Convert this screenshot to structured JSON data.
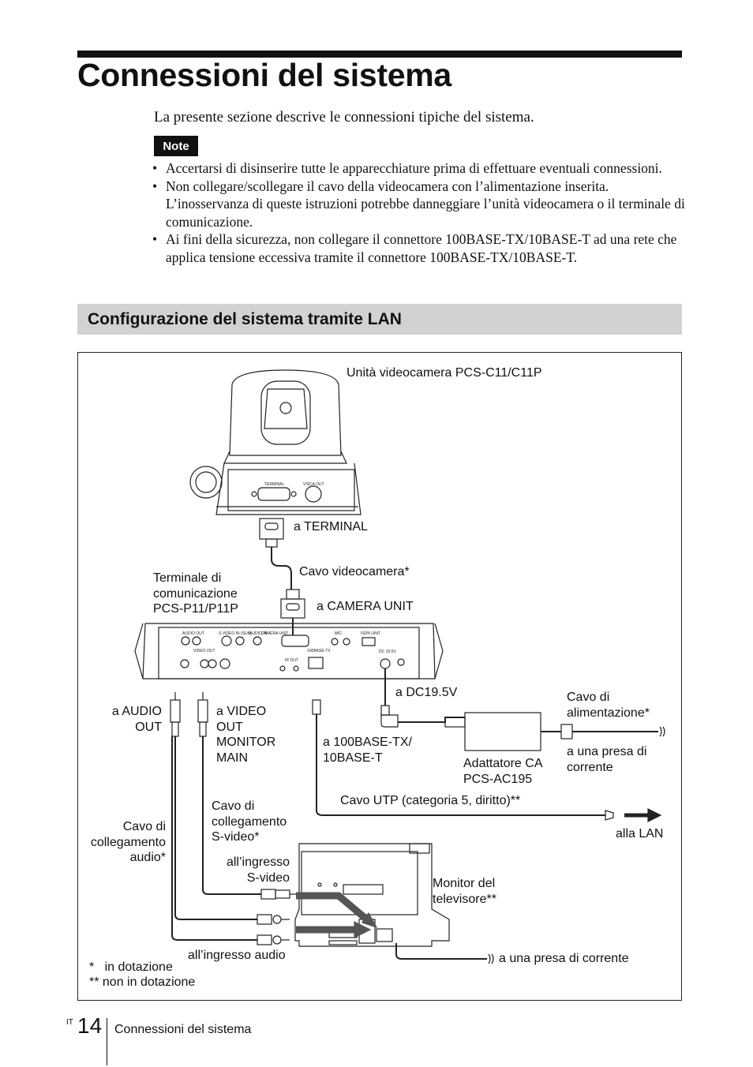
{
  "page": {
    "title": "Connessioni del sistema",
    "intro": "La presente sezione descrive le connessioni tipiche del sistema.",
    "note_label": "Note",
    "notes": [
      "Accertarsi di disinserire tutte le apparecchiature prima di effettuare eventuali connessioni.",
      "Non collegare/scollegare il cavo della videocamera con l’alimentazione inserita. L’inosservanza di queste istruzioni potrebbe danneggiare l’unità videocamera o il terminale di comunicazione.",
      "Ai fini della sicurezza, non collegare il connettore 100BASE-TX/10BASE-T ad una rete che applica tensione eccessiva tramite il connettore 100BASE-TX/10BASE-T."
    ],
    "section_title": "Configurazione del sistema tramite LAN"
  },
  "diagram": {
    "camera_unit": "Unità videocamera PCS-C11/C11P",
    "to_terminal": "a TERMINAL",
    "camera_cable": "Cavo videocamera*",
    "terminal": "Terminale di\ncomunicazione\nPCS-P11/P11P",
    "to_camera_unit": "a CAMERA UNIT",
    "to_dc": "a DC19.5V",
    "power_cable": "Cavo di\nalimentazione*",
    "to_audio_out": "a AUDIO\nOUT",
    "to_video_out": "a VIDEO\nOUT\nMONITOR\nMAIN",
    "to_lan_port": "a 100BASE-TX/\n10BASE-T",
    "ac_adapter": "Adattatore CA\nPCS-AC195",
    "to_outlet_1": "a una presa di\ncorrente",
    "utp_cable": "Cavo UTP (categoria 5, diritto)**",
    "svideo_cable": "Cavo di\ncollegamento\nS-video*",
    "audio_cable": "Cavo di\ncollegamento\naudio*",
    "to_lan": "alla LAN",
    "svideo_in": "all’ingresso\nS-video",
    "tv_monitor": "Monitor del\ntelevisore**",
    "audio_in": "all’ingresso audio",
    "to_outlet_2": "a una presa di corrente",
    "legend_1": "*   in dotazione",
    "legend_2": "** non in dotazione",
    "port_labels": {
      "terminal": "TERMINAL",
      "visca_out": "VISCA OUT",
      "audio_out": "AUDIO OUT",
      "svideo_in": "S VIDEO IN (SUB)",
      "audio_in": "AUDIO IN",
      "camera_unit": "CAMERA UNIT",
      "mic": "MIC",
      "isdn_unit": "ISDN UNIT",
      "video_out": "VIDEO OUT",
      "ir_out": "IR OUT",
      "lan": "100BASE-TX",
      "dc": "DC 19.5V"
    }
  },
  "footer": {
    "lang": "IT",
    "page_number": "14",
    "section": "Connessioni del sistema"
  }
}
